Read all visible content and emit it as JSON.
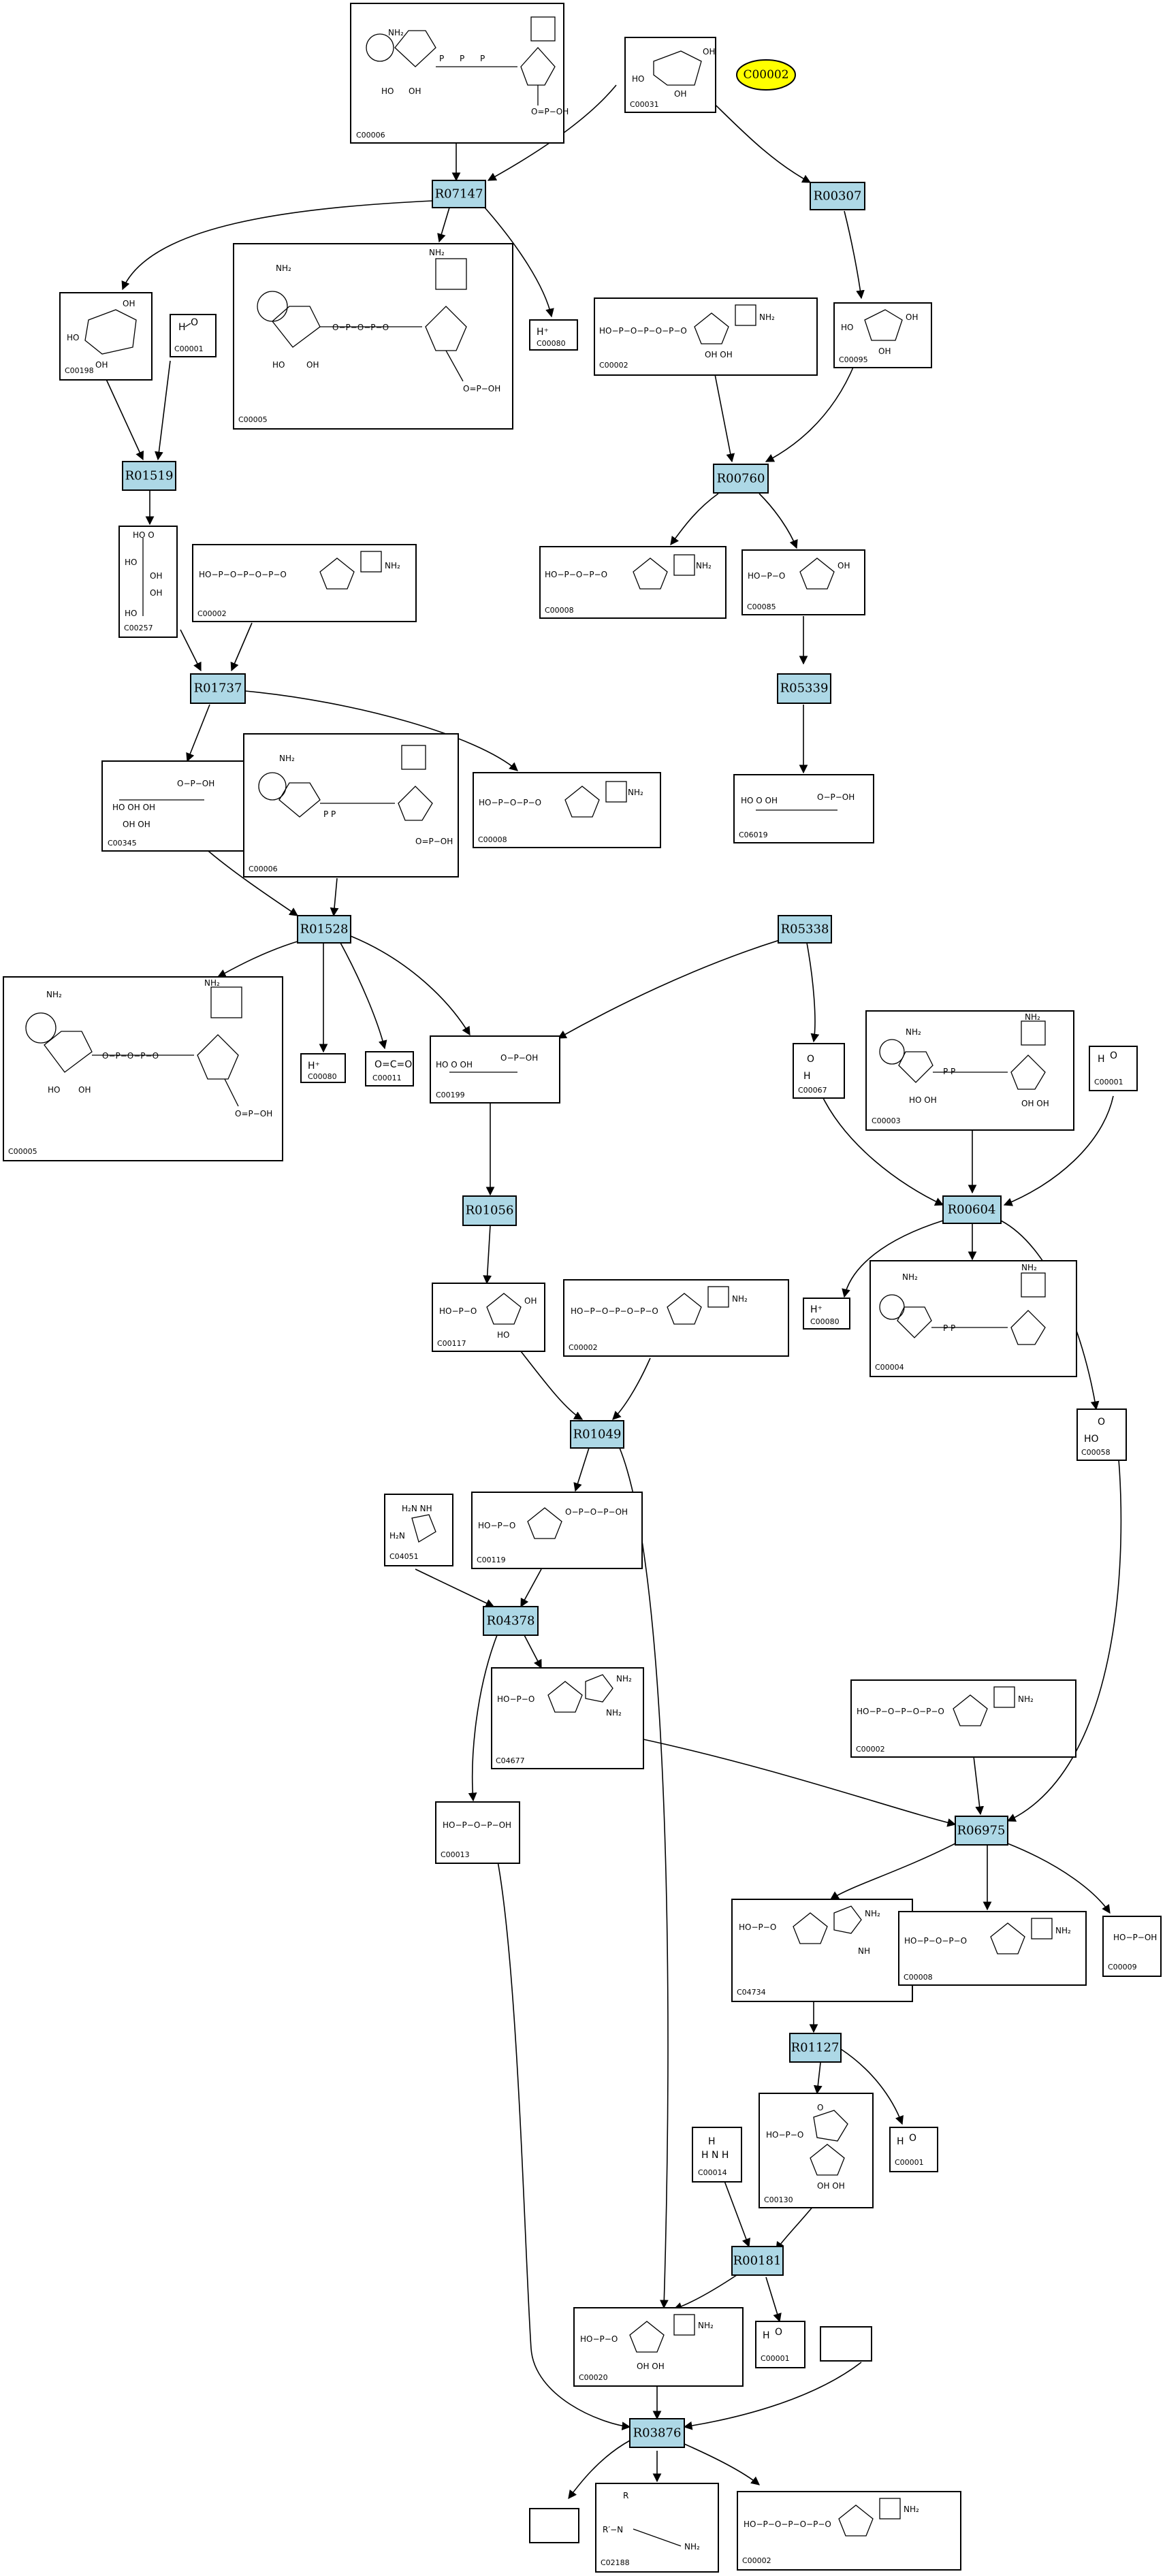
{
  "highlight": {
    "label": "C00002",
    "color": "#ffff00"
  },
  "reaction_color": "#add8e6",
  "reactions": [
    {
      "id": "R07147"
    },
    {
      "id": "R00307"
    },
    {
      "id": "R01519"
    },
    {
      "id": "R00760"
    },
    {
      "id": "R01737"
    },
    {
      "id": "R05339"
    },
    {
      "id": "R01528"
    },
    {
      "id": "R05338"
    },
    {
      "id": "R01056"
    },
    {
      "id": "R00604"
    },
    {
      "id": "R01049"
    },
    {
      "id": "R04378"
    },
    {
      "id": "R06975"
    },
    {
      "id": "R01127"
    },
    {
      "id": "R00181"
    },
    {
      "id": "R03876"
    }
  ],
  "compounds": [
    {
      "key": "c00006_top",
      "id": "C00006"
    },
    {
      "key": "c00031",
      "id": "C00031"
    },
    {
      "key": "c00198",
      "id": "C00198"
    },
    {
      "key": "c00001_a",
      "id": "C00001"
    },
    {
      "key": "c00005_a",
      "id": "C00005"
    },
    {
      "key": "c00080_a",
      "id": "C00080",
      "text": "H⁺"
    },
    {
      "key": "c00002_a",
      "id": "C00002"
    },
    {
      "key": "c00095",
      "id": "C00095"
    },
    {
      "key": "c00257",
      "id": "C00257"
    },
    {
      "key": "c00002_b",
      "id": "C00002"
    },
    {
      "key": "c00008_a",
      "id": "C00008"
    },
    {
      "key": "c00085",
      "id": "C00085"
    },
    {
      "key": "c00345",
      "id": "C00345"
    },
    {
      "key": "c00006_b",
      "id": "C00006"
    },
    {
      "key": "c00008_b",
      "id": "C00008"
    },
    {
      "key": "c06019",
      "id": "C06019"
    },
    {
      "key": "c00005_b",
      "id": "C00005"
    },
    {
      "key": "c00080_b",
      "id": "C00080",
      "text": "H⁺"
    },
    {
      "key": "c00011",
      "id": "C00011"
    },
    {
      "key": "c00199",
      "id": "C00199"
    },
    {
      "key": "c00067",
      "id": "C00067"
    },
    {
      "key": "c00003",
      "id": "C00003"
    },
    {
      "key": "c00001_b",
      "id": "C00001"
    },
    {
      "key": "c00117",
      "id": "C00117"
    },
    {
      "key": "c00002_c",
      "id": "C00002"
    },
    {
      "key": "c00080_c",
      "id": "C00080",
      "text": "H⁺"
    },
    {
      "key": "c00004",
      "id": "C00004"
    },
    {
      "key": "c00058",
      "id": "C00058"
    },
    {
      "key": "c04051",
      "id": "C04051"
    },
    {
      "key": "c00119",
      "id": "C00119"
    },
    {
      "key": "c04677",
      "id": "C04677"
    },
    {
      "key": "c00002_d",
      "id": "C00002"
    },
    {
      "key": "c00013",
      "id": "C00013"
    },
    {
      "key": "c04734",
      "id": "C04734"
    },
    {
      "key": "c00008_c",
      "id": "C00008"
    },
    {
      "key": "c00009",
      "id": "C00009"
    },
    {
      "key": "c00014",
      "id": "C00014"
    },
    {
      "key": "c00130",
      "id": "C00130"
    },
    {
      "key": "c00001_c",
      "id": "C00001"
    },
    {
      "key": "c00020",
      "id": "C00020"
    },
    {
      "key": "c00001_d",
      "id": "C00001"
    },
    {
      "key": "empty_a",
      "id": ""
    },
    {
      "key": "empty_b",
      "id": ""
    },
    {
      "key": "c02188",
      "id": "C02188"
    },
    {
      "key": "c00002_e",
      "id": "C00002"
    }
  ]
}
